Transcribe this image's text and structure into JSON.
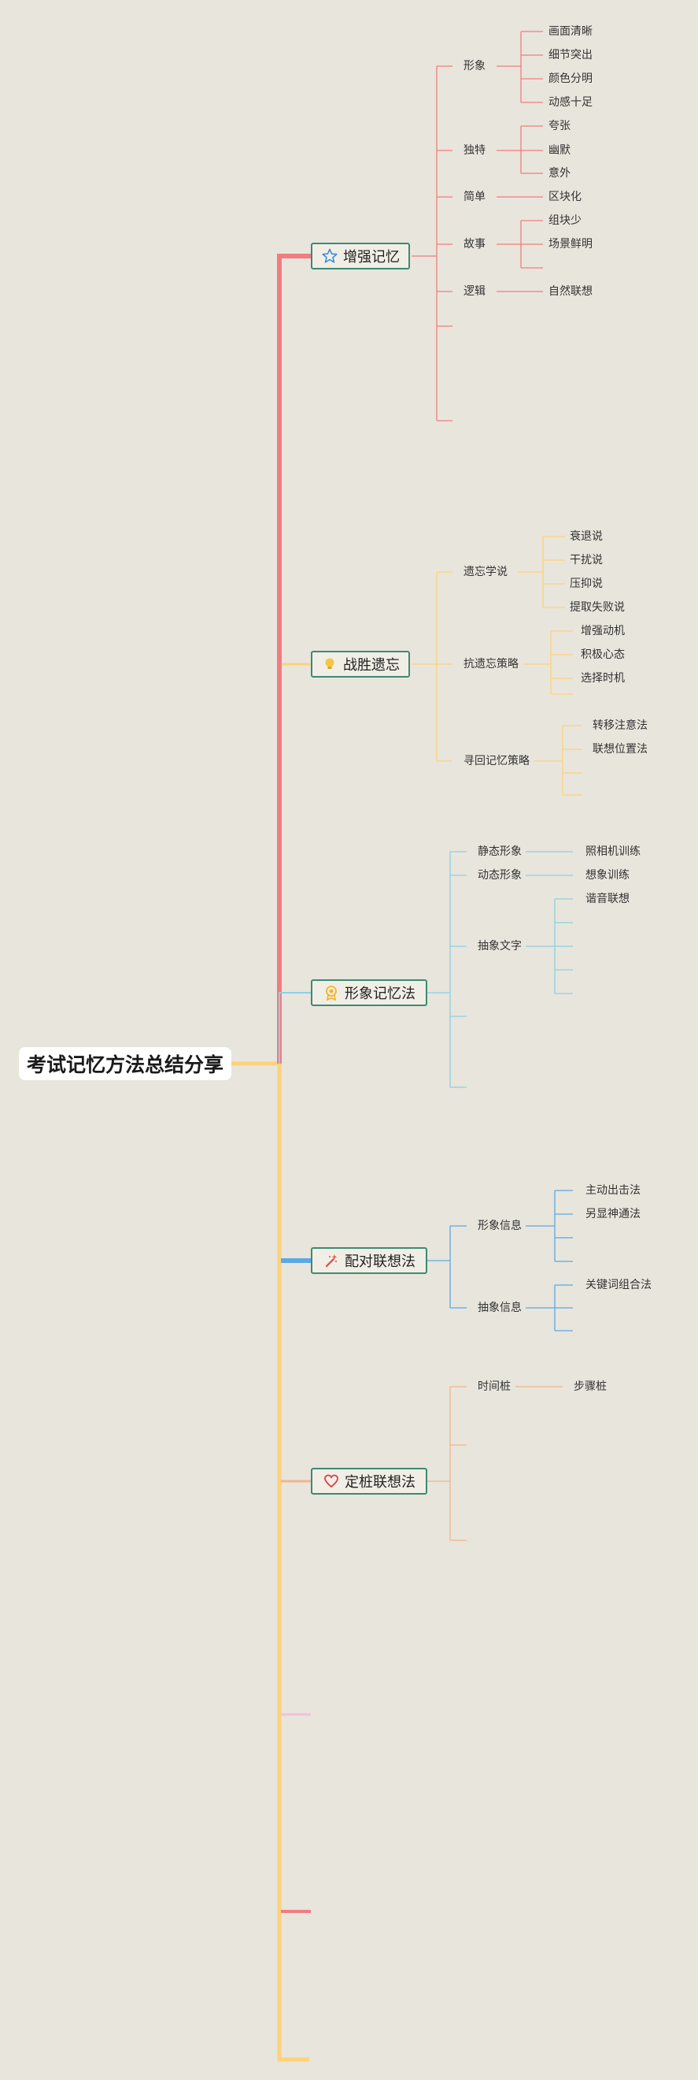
{
  "root": "考试记忆方法总结分享",
  "colors": {
    "red": "#f07d80",
    "yellow": "#fdd27a",
    "blue": "#8cd0e4",
    "blue_strong": "#5aa9e6",
    "orange": "#f2b48c",
    "pink": "#f5bfd6",
    "spine": "#fdd27a"
  },
  "topics": {
    "t1": {
      "label": "增强记忆",
      "icon": "star-icon"
    },
    "t2": {
      "label": "战胜遗忘",
      "icon": "lightbulb-icon"
    },
    "t3": {
      "label": "形象记忆法",
      "icon": "badge-icon"
    },
    "t4": {
      "label": "配对联想法",
      "icon": "magic-wand-icon"
    },
    "t5": {
      "label": "定桩联想法",
      "icon": "heart-icon"
    }
  },
  "t1": {
    "xingxiang": "形象",
    "xingxiang_items": [
      "画面清晰",
      "细节突出",
      "颜色分明",
      "动感十足"
    ],
    "dute": "独特",
    "dute_items": [
      "夸张",
      "幽默",
      "意外"
    ],
    "jiandan": "简单",
    "jiandan_items": [
      "区块化"
    ],
    "gushi": "故事",
    "gushi_items": [
      "组块少",
      "场景鲜明"
    ],
    "luoji": "逻辑",
    "luoji_items": [
      "自然联想"
    ]
  },
  "t2": {
    "yiwang": "遗忘学说",
    "yiwang_items": [
      "衰退说",
      "干扰说",
      "压抑说",
      "提取失败说"
    ],
    "kang": "抗遗忘策略",
    "kang_items": [
      "增强动机",
      "积极心态",
      "选择时机"
    ],
    "xunhui": "寻回记忆策略",
    "xunhui_items": [
      "转移注意法",
      "联想位置法"
    ]
  },
  "t3": {
    "jingtai": "静态形象",
    "jingtai_items": [
      "照相机训练"
    ],
    "dongtai": "动态形象",
    "dongtai_items": [
      "想象训练"
    ],
    "chouxiang": "抽象文字",
    "chouxiang_items": [
      "谐音联想"
    ]
  },
  "t4": {
    "xingxiang": "形象信息",
    "xingxiang_items": [
      "主动出击法",
      "另显神通法"
    ],
    "chouxiang": "抽象信息",
    "chouxiang_items": [
      "关键词组合法"
    ]
  },
  "t5": {
    "shijian": "时间桩",
    "shijian_items": [
      "步骤桩"
    ]
  }
}
